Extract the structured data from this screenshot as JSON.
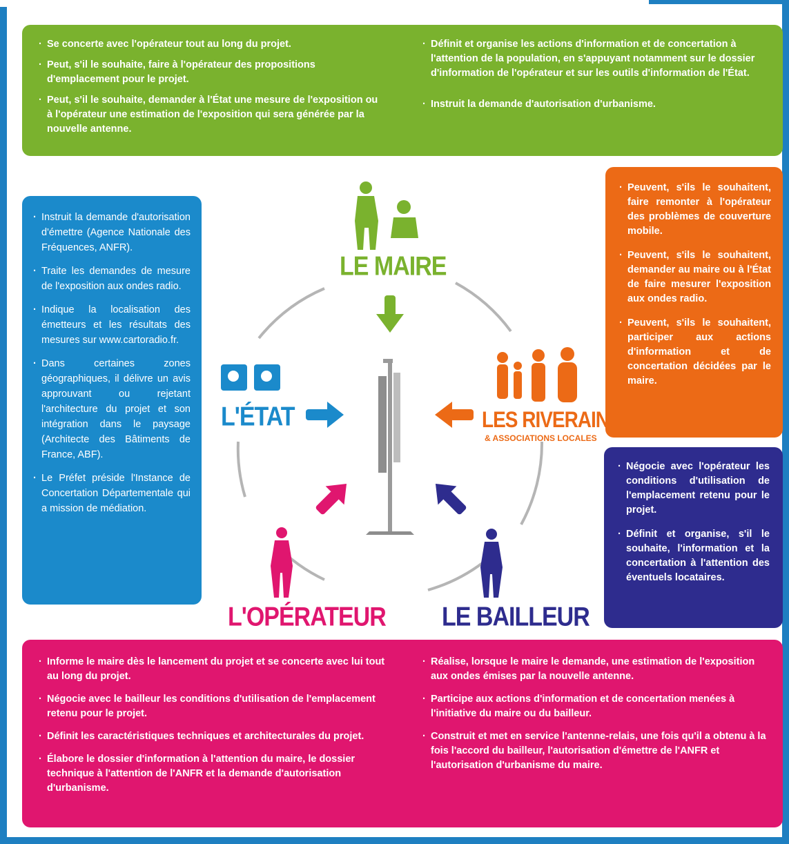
{
  "colors": {
    "maire": "#7ab22e",
    "etat": "#1b8acb",
    "riverains": "#ec6a16",
    "bailleur": "#2e2c8e",
    "operateur": "#e0166f",
    "frame": "#1e7fc1"
  },
  "labels": {
    "maire": "LE MAIRE",
    "etat": "L'ÉTAT",
    "riverains": "LES RIVERAINS",
    "riverains_sub": "& ASSOCIATIONS LOCALES",
    "operateur": "L'OPÉRATEUR",
    "bailleur": "LE BAILLEUR"
  },
  "maire": {
    "left": [
      "Se concerte avec l'opérateur tout au long du projet.",
      "Peut, s'il le souhaite, faire à l'opérateur des propositions d'emplacement pour le projet.",
      "Peut, s'il le souhaite, demander à l'État une mesure de l'exposition ou à l'opérateur une estimation de l'exposition qui sera générée par la nouvelle antenne."
    ],
    "right": [
      "Définit et organise les actions d'information et de concertation à l'attention de la population, en s'appuyant notamment sur le dossier d'information de l'opérateur et sur les outils d'information de l'État.",
      "Instruit la demande d'autorisation d'urbanisme."
    ]
  },
  "etat": [
    "Instruit la demande d'autorisation d'émettre (Agence Nationale des Fréquences, ANFR).",
    "Traite les demandes de mesure de l'exposition aux ondes radio.",
    "Indique la localisation des émetteurs et les résultats des mesures sur www.cartoradio.fr.",
    "Dans certaines zones géographiques, il délivre un avis approuvant ou rejetant l'architecture du projet et son intégration dans le paysage (Architecte des Bâtiments de France, ABF).",
    "Le Préfet préside l'Instance de Concertation Départementale qui a mission de médiation."
  ],
  "riverains": [
    "Peuvent, s'ils le souhaitent, faire remonter à l'opérateur des problèmes de couverture mobile.",
    "Peuvent, s'ils le souhaitent, demander au maire ou à l'État de faire mesurer l'exposition aux ondes radio.",
    "Peuvent, s'ils le souhaitent, participer aux actions d'information et de concertation décidées par le maire."
  ],
  "bailleur": [
    "Négocie avec l'opérateur les conditions d'utilisation de l'emplacement retenu pour le projet.",
    "Définit et organise, s'il le souhaite, l'information et la concertation à l'attention des éventuels locataires."
  ],
  "operateur": {
    "left": [
      "Informe le maire dès le lancement du projet et se concerte avec lui tout au long du projet.",
      "Négocie avec le bailleur les conditions d'utilisation de l'emplacement retenu pour le projet.",
      "Définit les caractéristiques techniques et architecturales du projet.",
      "Élabore le dossier d'information à l'attention du maire, le dossier technique à l'attention de l'ANFR et la demande d'autorisation d'urbanisme."
    ],
    "right": [
      "Réalise, lorsque le maire le demande, une estimation de l'exposition aux ondes émises par la nouvelle antenne.",
      "Participe aux actions d'information et de concertation menées à l'initiative du maire ou du bailleur.",
      "Construit et met en service l'antenne-relais, une fois qu'il a obtenu à la fois l'accord du bailleur, l'autorisation d'émettre de l'ANFR et l'autorisation d'urbanisme du maire."
    ]
  }
}
